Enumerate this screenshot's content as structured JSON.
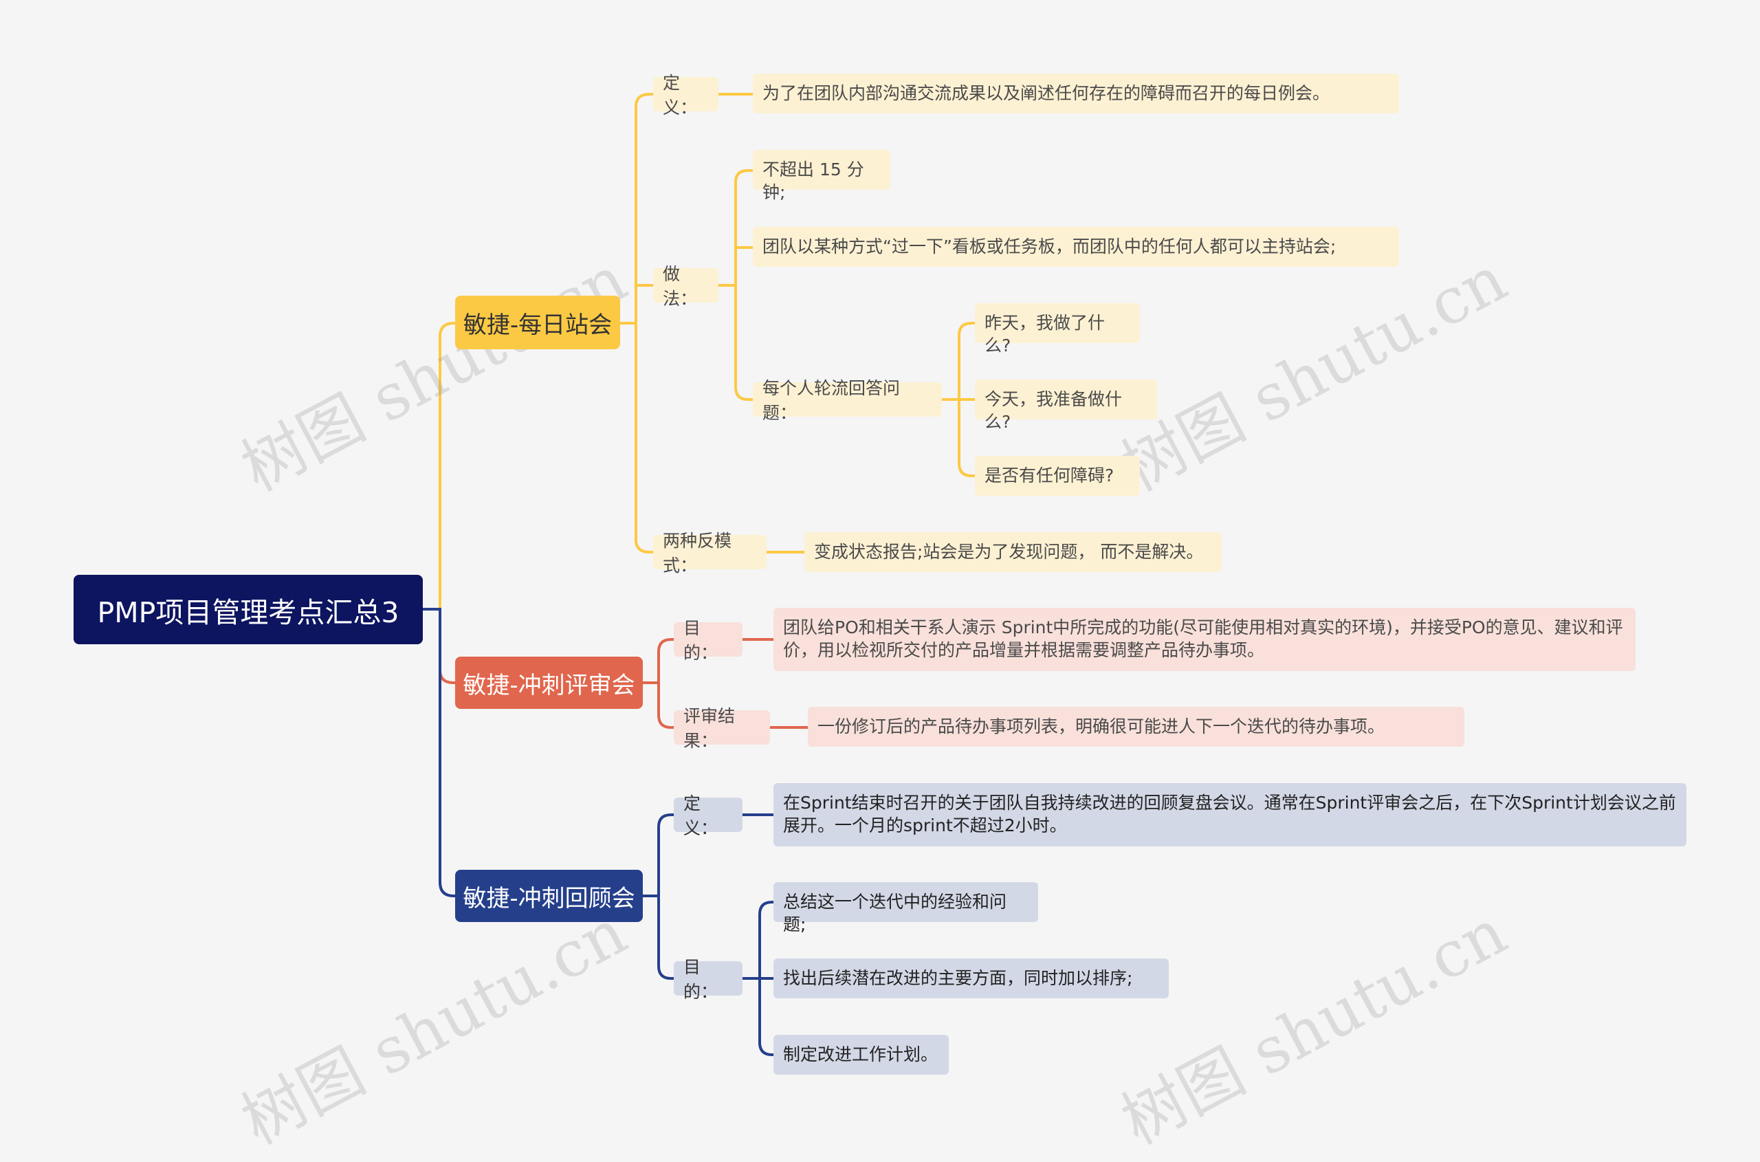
{
  "root": {
    "title": "PMP项目管理考点汇总3"
  },
  "branches": [
    {
      "title": "敏捷-每日站会",
      "definition_label": "定义：",
      "definition_text": "为了在团队内部沟通交流成果以及阐述任何存在的障碍而召开的每日例会。",
      "method_label": "做法：",
      "method_items": [
        "不超出 15 分钟;",
        "团队以某种方式“过一下”看板或任务板，而团队中的任何人都可以主持站会;"
      ],
      "question_label": "每个人轮流回答问题：",
      "questions": [
        "昨天，我做了什么?",
        "今天，我准备做什么?",
        "是否有任何障碍?"
      ],
      "anti_label": "两种反模式：",
      "anti_text": "变成状态报告;站会是为了发现问题， 而不是解决。"
    },
    {
      "title": "敏捷-冲刺评审会",
      "purpose_label": "目的：",
      "purpose_text": "团队给PO和相关干系人演示 Sprint中所完成的功能(尽可能使用相对真实的环境)，并接受PO的意见、建议和评价，用以检视所交付的产品增量并根据需要调整产品待办事项。",
      "result_label": "评审结果：",
      "result_text": "一份修订后的产品待办事项列表，明确很可能进人下一个迭代的待办事项。"
    },
    {
      "title": "敏捷-冲刺回顾会",
      "definition_label": "定义：",
      "definition_text": "在Sprint结束时召开的关于团队自我持续改进的回顾复盘会议。通常在Sprint评审会之后，在下次Sprint计划会议之前展开。一个月的sprint不超过2小时。",
      "purpose_label": "目的：",
      "purpose_items": [
        "总结这一个迭代中的经验和问题;",
        "找出后续潜在改进的主要方面，同时加以排序;",
        "制定改进工作计划。"
      ]
    }
  ],
  "watermark": "树图 shutu.cn",
  "colors": {
    "root": "#0d1460",
    "yellow": "#fcc944",
    "red": "#e0664d",
    "navy": "#253f8b"
  }
}
